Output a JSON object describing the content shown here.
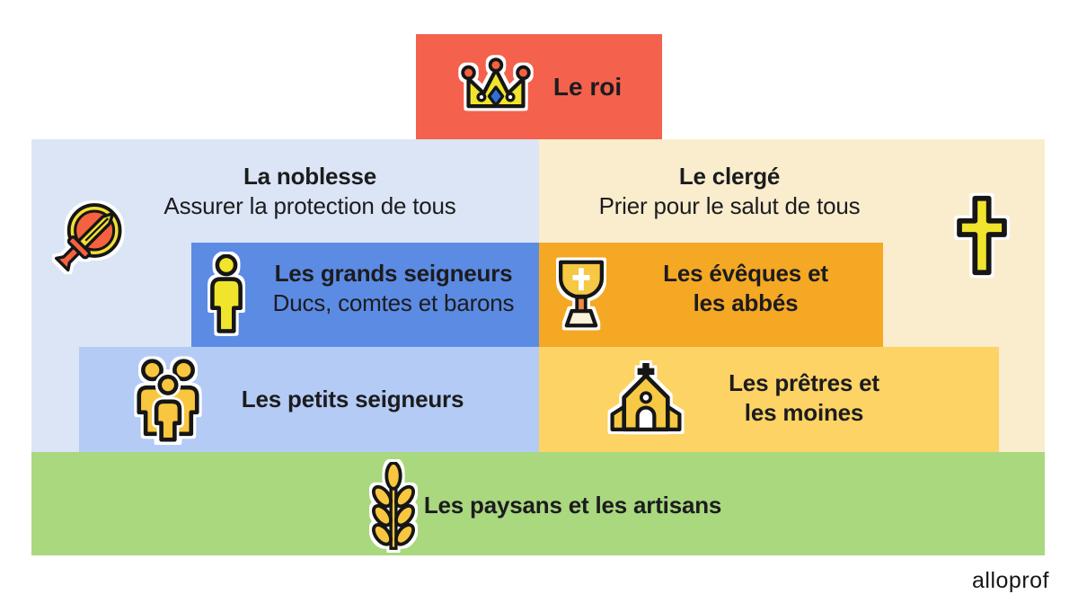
{
  "colors": {
    "roi_bg": "#F4614D",
    "noblesse_bg": "#DBE5F6",
    "clerge_bg": "#FAEDCE",
    "grands_bg": "#5C8BE4",
    "eveques_bg": "#F5A823",
    "petits_bg": "#B4CBF5",
    "pretres_bg": "#FCD364",
    "paysans_bg": "#A9D87F",
    "text": "#1C1C1E",
    "icon_yellow": "#F0E52C",
    "icon_gold": "#F8C63F",
    "icon_red": "#F4623F"
  },
  "hierarchy": {
    "king": {
      "label": "Le roi",
      "icon": "crown-icon"
    },
    "nobility": {
      "title": "La noblesse",
      "role": "Assurer la protection de tous",
      "icon": "sword-icon"
    },
    "clergy": {
      "title": "Le clergé",
      "role": "Prier pour le salut de tous",
      "icon": "cross-icon"
    },
    "great_lords": {
      "title": "Les grands seigneurs",
      "subtitle": "Ducs, comtes et barons",
      "icon": "person-icon"
    },
    "bishops": {
      "line1": "Les évêques et",
      "line2": "les abbés",
      "icon": "chalice-icon"
    },
    "lesser_lords": {
      "title": "Les petits seigneurs",
      "icon": "people-group-icon"
    },
    "priests": {
      "line1": "Les prêtres et",
      "line2": "les moines",
      "icon": "church-icon"
    },
    "peasants": {
      "title": "Les paysans et les artisans",
      "icon": "wheat-icon"
    }
  },
  "footer": {
    "logo_text": "alloprof"
  }
}
